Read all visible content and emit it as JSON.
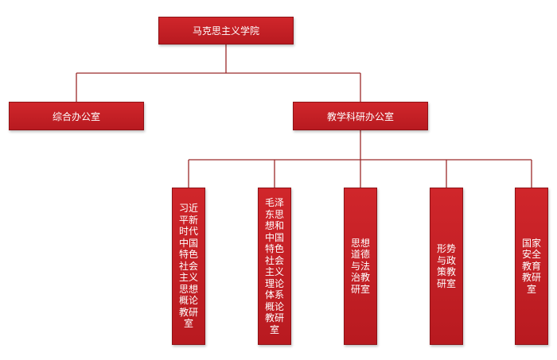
{
  "org": {
    "root": "马克思主义学院",
    "level2": [
      "综合办公室",
      "教学科研办公室"
    ],
    "level3": [
      "习近平新时代中国特色社会主义思想概论教研室",
      "毛泽东思想和中国特色社会主义理论体系概论教研室",
      "思想道德与法治教研室",
      "形势与政策教研室",
      "国家安全教育教研室"
    ]
  },
  "colors": {
    "box": "#c8202a",
    "line": "#9a2a2a"
  }
}
